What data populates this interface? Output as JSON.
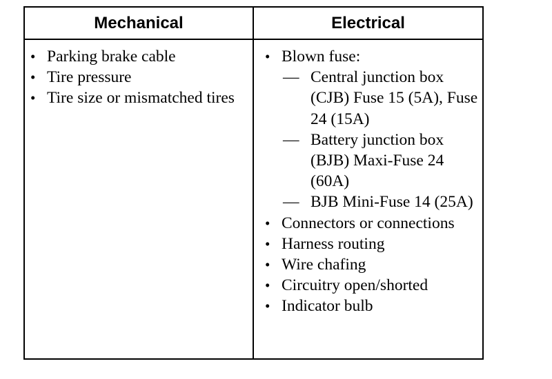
{
  "table": {
    "headers": {
      "mechanical": "Mechanical",
      "electrical": "Electrical"
    },
    "mechanical_items": [
      "Parking brake cable",
      "Tire pressure",
      "Tire size or mismatched tires"
    ],
    "electrical_items": [
      {
        "text": "Blown fuse:",
        "subitems": [
          "Central junction box (CJB) Fuse 15 (5A), Fuse 24 (15A)",
          "Battery junction box (BJB) Maxi-Fuse 24 (60A)",
          "BJB Mini-Fuse 14 (25A)"
        ]
      },
      {
        "text": "Connectors or connections"
      },
      {
        "text": "Harness routing"
      },
      {
        "text": "Wire chafing"
      },
      {
        "text": "Circuitry open/shorted"
      },
      {
        "text": "Indicator bulb"
      }
    ],
    "bullet_symbol": "•",
    "dash_symbol": "—"
  }
}
